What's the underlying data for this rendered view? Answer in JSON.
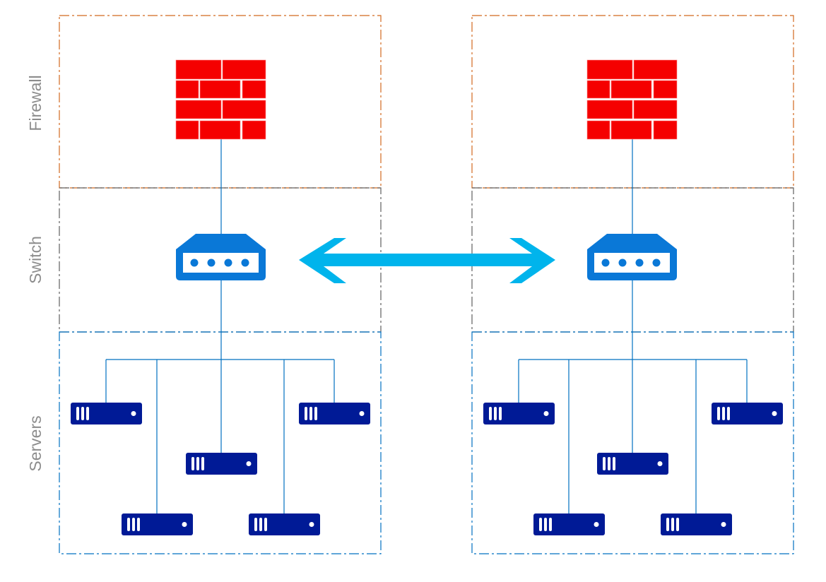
{
  "diagram": {
    "lanes": [
      {
        "id": "firewall",
        "label": "Firewall",
        "color": "#d2691e"
      },
      {
        "id": "switch",
        "label": "Switch",
        "color": "#5f5f5f"
      },
      {
        "id": "servers",
        "label": "Servers",
        "color": "#0070c0"
      }
    ],
    "columns": [
      {
        "id": "site-a",
        "firewall": "Firewall",
        "switch": "Switch",
        "server_count": 5
      },
      {
        "id": "site-b",
        "firewall": "Firewall",
        "switch": "Switch",
        "server_count": 5
      }
    ],
    "link": {
      "type": "bidirectional",
      "from": "site-a-switch",
      "to": "site-b-switch"
    },
    "colors": {
      "firewall": "#f50000",
      "switch": "#0a78d7",
      "server": "#001a96",
      "connector": "#0070c0",
      "arrow": "#00b4ec",
      "label": "#8c8c8c"
    }
  }
}
